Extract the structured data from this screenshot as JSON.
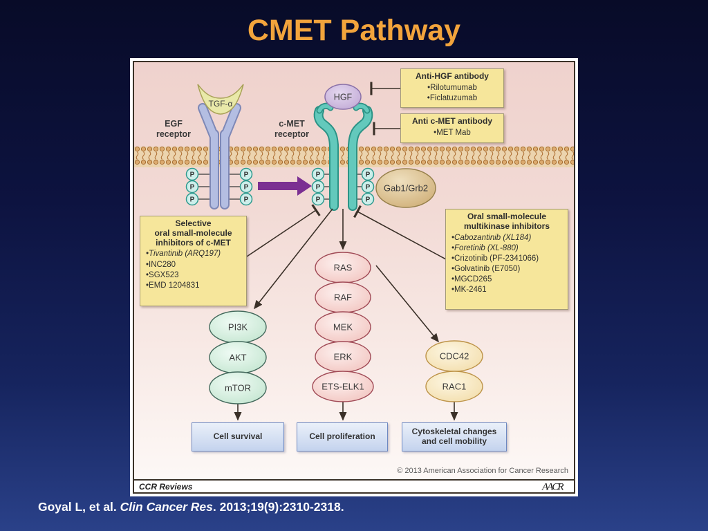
{
  "slide": {
    "title": "CMET Pathway",
    "citation": {
      "authors": "Goyal L, et al. ",
      "journal": "Clin Cancer Res",
      "rest": ". 2013;19(9):2310-2318."
    }
  },
  "figure": {
    "copyright": "© 2013 American Association for Cancer Research",
    "footer": {
      "series": "CCR Reviews",
      "logo": "AACR"
    }
  },
  "diagram": {
    "receptors": {
      "egf": "EGF receptor",
      "cmet": "c-MET receptor"
    },
    "ligands": {
      "tgfa": "TGF-α",
      "hgf": "HGF"
    },
    "adapter": "Gab1/Grb2",
    "phosphate": "P",
    "therapy_boxes": {
      "anti_hgf": {
        "title": "Anti-HGF antibody",
        "items": [
          "Rilotumumab",
          "Ficlatuzumab"
        ]
      },
      "anti_cmet": {
        "title": "Anti c-MET antibody",
        "items": [
          "MET Mab"
        ]
      },
      "selective": {
        "title": "Selective\noral small-molecule\ninhibitors of c-MET",
        "items": [
          "Tivantinib (ARQ197)",
          "INC280",
          "SGX523",
          "EMD 1204831"
        ]
      },
      "multikinase": {
        "title": "Oral small-molecule\nmultikinase inhibitors",
        "items": [
          "Cabozantinib (XL184)",
          "Foretinib (XL-880)",
          "Crizotinib (PF-2341066)",
          "Golvatinib (E7050)",
          "MGCD265",
          "MK-2461"
        ]
      }
    },
    "cascades": {
      "pi3k": [
        "PI3K",
        "AKT",
        "mTOR"
      ],
      "mapk": [
        "RAS",
        "RAF",
        "MEK",
        "ERK",
        "ETS-ELK1"
      ],
      "rho": [
        "CDC42",
        "RAC1"
      ]
    },
    "outcomes": [
      "Cell survival",
      "Cell proliferation",
      "Cytoskeletal changes and cell mobility"
    ]
  },
  "colors": {
    "title_orange": "#F2A43C",
    "slide_navy_top": "#080B28",
    "slide_navy_bottom": "#2A4189",
    "diagram_pink": "#EFD2CD",
    "membrane_tan": "#ECD4AE",
    "cmet_teal": "#63C9BC",
    "egf_blue": "#B4BEE2",
    "hgf_purple": "#BFA6D4",
    "inhibitor_box_yellow": "#F6E69B",
    "mapk_pink": "#F1C2BD",
    "pi3k_green": "#C0E4CD",
    "rho_tan": "#F2DCA8",
    "outcome_blue": "#C4D3EE",
    "arrow_purple": "#7B2F92"
  }
}
